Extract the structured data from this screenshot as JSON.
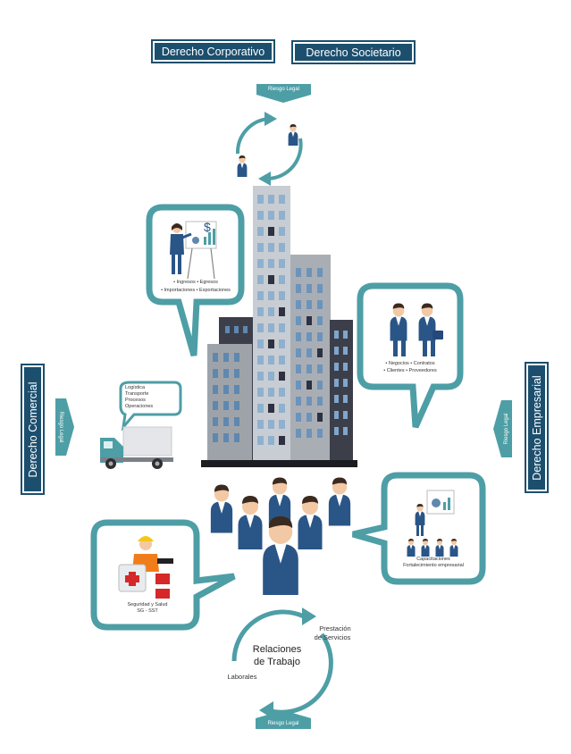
{
  "top_labels": {
    "corporativo": "Derecho Corporativo",
    "societario": "Derecho Societario"
  },
  "side_labels": {
    "comercial": "Derecho Comercial",
    "empresarial": "Derecho Empresarial"
  },
  "riesgo": {
    "top": "Riesgo Legal",
    "bottom": "Riesgo Legal",
    "left": "Riesgo Legal",
    "right": "Riesgo Legal"
  },
  "bubbles": {
    "finance": {
      "line1": "• Ingresos   • Egresos",
      "line2": "• Importaciones  • Exportaciones"
    },
    "business": {
      "line1": "• Negocios  • Contratos",
      "line2": "• Clientes  • Proveedores"
    },
    "truck": {
      "items": [
        "Logística",
        "Transporte",
        "Procesos",
        "Operaciones"
      ]
    },
    "training": {
      "line1": "Capacitaciones",
      "line2": "Fortalecimiento empresarial"
    },
    "safety": {
      "line1": "Seguridad y Salud",
      "line2": "SG - SST"
    }
  },
  "relaciones": {
    "title1": "Relaciones",
    "title2": "de  Trabajo",
    "prest1": "Prestación",
    "prest2": "de Servicios",
    "laborales": "Laborales"
  },
  "icons": {
    "dollar": "$"
  },
  "colors": {
    "navy": "#1c4f6e",
    "teal": "#4e9ea6",
    "suit": "#2a5587"
  }
}
